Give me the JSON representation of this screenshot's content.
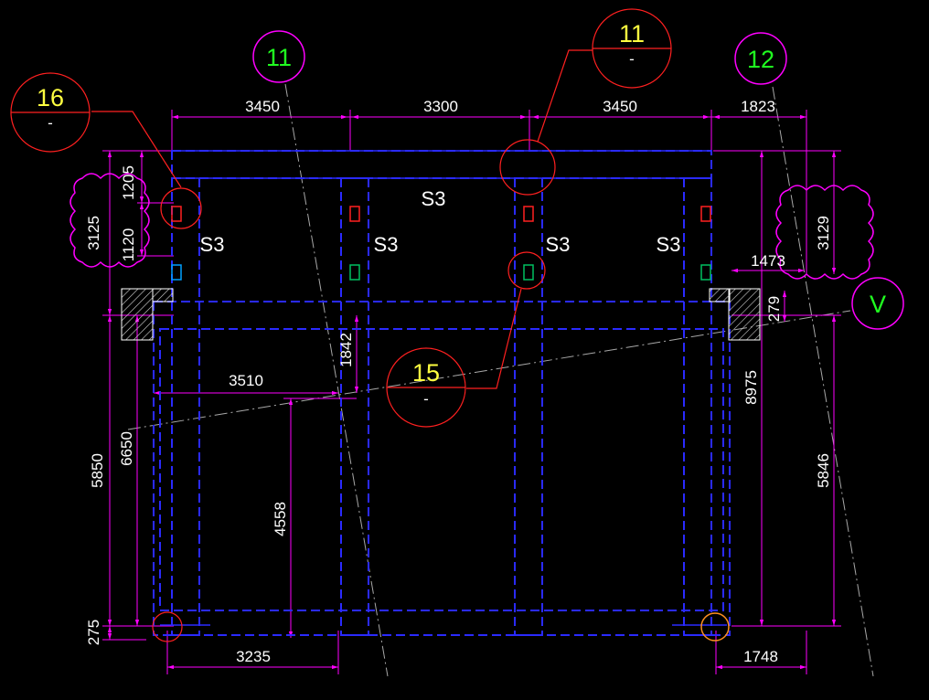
{
  "colors": {
    "background": "#000000",
    "dimension": "#ff00ff",
    "outline": "#2222ff",
    "callout": "#ff2020",
    "number_yellow": "#ffff40",
    "number_green": "#20ff20",
    "text": "#ffffff",
    "marker_red": "#ff2020",
    "marker_cyan": "#00a0ff",
    "marker_green": "#00c060",
    "hatch": "#ffffff",
    "cloud": "#ff00ff",
    "axis_line": "#b0b0b0"
  },
  "top_dimensions": [
    "3450",
    "3300",
    "3450",
    "1823"
  ],
  "bottom_dimensions": [
    "3235",
    "1748"
  ],
  "left_dimensions": [
    "1205",
    "1120",
    "3125",
    "6650",
    "5850",
    "275"
  ],
  "right_dimensions": [
    "1473",
    "279",
    "8975",
    "3129",
    "5846"
  ],
  "interior_dimensions": [
    "3510",
    "1842",
    "4558"
  ],
  "slab_labels": [
    "S3",
    "S3",
    "S3",
    "S3",
    "S3"
  ],
  "callouts": [
    {
      "number": "16",
      "sub": "-",
      "color": "#ffff40"
    },
    {
      "number": "11",
      "sub": "-",
      "color": "#ffff40"
    },
    {
      "number": "15",
      "sub": "-",
      "color": "#ffff40"
    }
  ],
  "grid_bubbles": [
    "11",
    "12",
    "V"
  ],
  "icons": [
    "hatch-block-icon",
    "cloud-revision-icon",
    "column-marker-icon"
  ]
}
